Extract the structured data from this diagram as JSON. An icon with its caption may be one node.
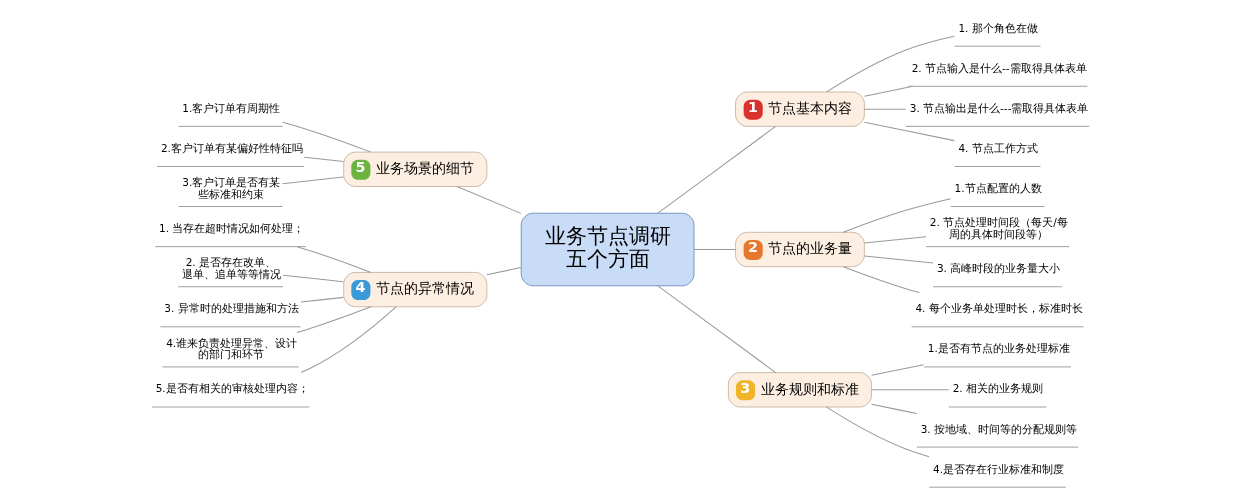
{
  "diagram": {
    "nodes": [
      {
        "text": [
          "业务节点调研五个方面"
        ]
      },
      {
        "text": [
          "1",
          "节点基本内容"
        ]
      },
      {
        "text": [
          "1. 那个角色在做"
        ]
      },
      {
        "text": [
          "2. 节点输入是什么--需取得具体表单"
        ]
      },
      {
        "text": [
          "3. 节点输出是什么---需取得具体表单"
        ]
      },
      {
        "text": [
          "4. 节点工作方式"
        ]
      },
      {
        "text": [
          "2",
          "节点的业务量"
        ]
      },
      {
        "text": [
          "1.节点配置的人数"
        ]
      },
      {
        "text": [
          "2. 节点处理时间段（每天/每周的具体时间段等）"
        ]
      },
      {
        "text": [
          "3. 高峰时段的业务量大小"
        ]
      },
      {
        "text": [
          "4. 每个业务单处理时长，标准时长"
        ]
      },
      {
        "text": [
          "3",
          "业务规则和标准"
        ]
      },
      {
        "text": [
          "1.是否有节点的业务处理标准"
        ]
      },
      {
        "text": [
          "2. 相关的业务规则"
        ]
      },
      {
        "text": [
          "3. 按地域、时间等的分配规则等"
        ]
      },
      {
        "text": [
          "4.是否存在行业标准和制度"
        ]
      },
      {
        "text": [
          "5",
          "业务场景的细节"
        ]
      },
      {
        "text": [
          "1.客户订单有周期性"
        ]
      },
      {
        "text": [
          "2.客户订单有某偏好性特征吗"
        ]
      },
      {
        "text": [
          "3.客户订单是否有某些标准和约束"
        ]
      },
      {
        "text": [
          "4",
          "节点的异常情况"
        ]
      },
      {
        "text": [
          "1. 当存在超时情况如何处理；"
        ]
      },
      {
        "text": [
          "2. 是否存在改单、退单、追单等等情况"
        ]
      },
      {
        "text": [
          "3. 异常时的处理措施和方法"
        ]
      },
      {
        "text": [
          "4.谁来负责处理异常、设计的部门和环节"
        ]
      },
      {
        "text": [
          "5.是否有相关的审核处理内容；"
        ]
      }
    ],
    "edges": [
      {
        "from": 0,
        "to": 1,
        "arrow": "none"
      },
      {
        "from": 1,
        "to": 2,
        "arrow": "none"
      },
      {
        "from": 1,
        "to": 3,
        "arrow": "none"
      },
      {
        "from": 1,
        "to": 4,
        "arrow": "none"
      },
      {
        "from": 1,
        "to": 5,
        "arrow": "none"
      },
      {
        "from": 0,
        "to": 6,
        "arrow": "none"
      },
      {
        "from": 6,
        "to": 7,
        "arrow": "none"
      },
      {
        "from": 6,
        "to": 8,
        "arrow": "none"
      },
      {
        "from": 6,
        "to": 9,
        "arrow": "none"
      },
      {
        "from": 6,
        "to": 10,
        "arrow": "none"
      },
      {
        "from": 0,
        "to": 11,
        "arrow": "none"
      },
      {
        "from": 11,
        "to": 12,
        "arrow": "none"
      },
      {
        "from": 11,
        "to": 13,
        "arrow": "none"
      },
      {
        "from": 11,
        "to": 14,
        "arrow": "none"
      },
      {
        "from": 11,
        "to": 15,
        "arrow": "none"
      },
      {
        "from": 0,
        "to": 16,
        "arrow": "none"
      },
      {
        "from": 16,
        "to": 17,
        "arrow": "none"
      },
      {
        "from": 16,
        "to": 18,
        "arrow": "none"
      },
      {
        "from": 16,
        "to": 19,
        "arrow": "none"
      },
      {
        "from": 0,
        "to": 20,
        "arrow": "none"
      },
      {
        "from": 20,
        "to": 21,
        "arrow": "none"
      },
      {
        "from": 20,
        "to": 22,
        "arrow": "none"
      },
      {
        "from": 20,
        "to": 23,
        "arrow": "none"
      },
      {
        "from": 20,
        "to": 24,
        "arrow": "none"
      },
      {
        "from": 20,
        "to": 25,
        "arrow": "none"
      }
    ]
  }
}
